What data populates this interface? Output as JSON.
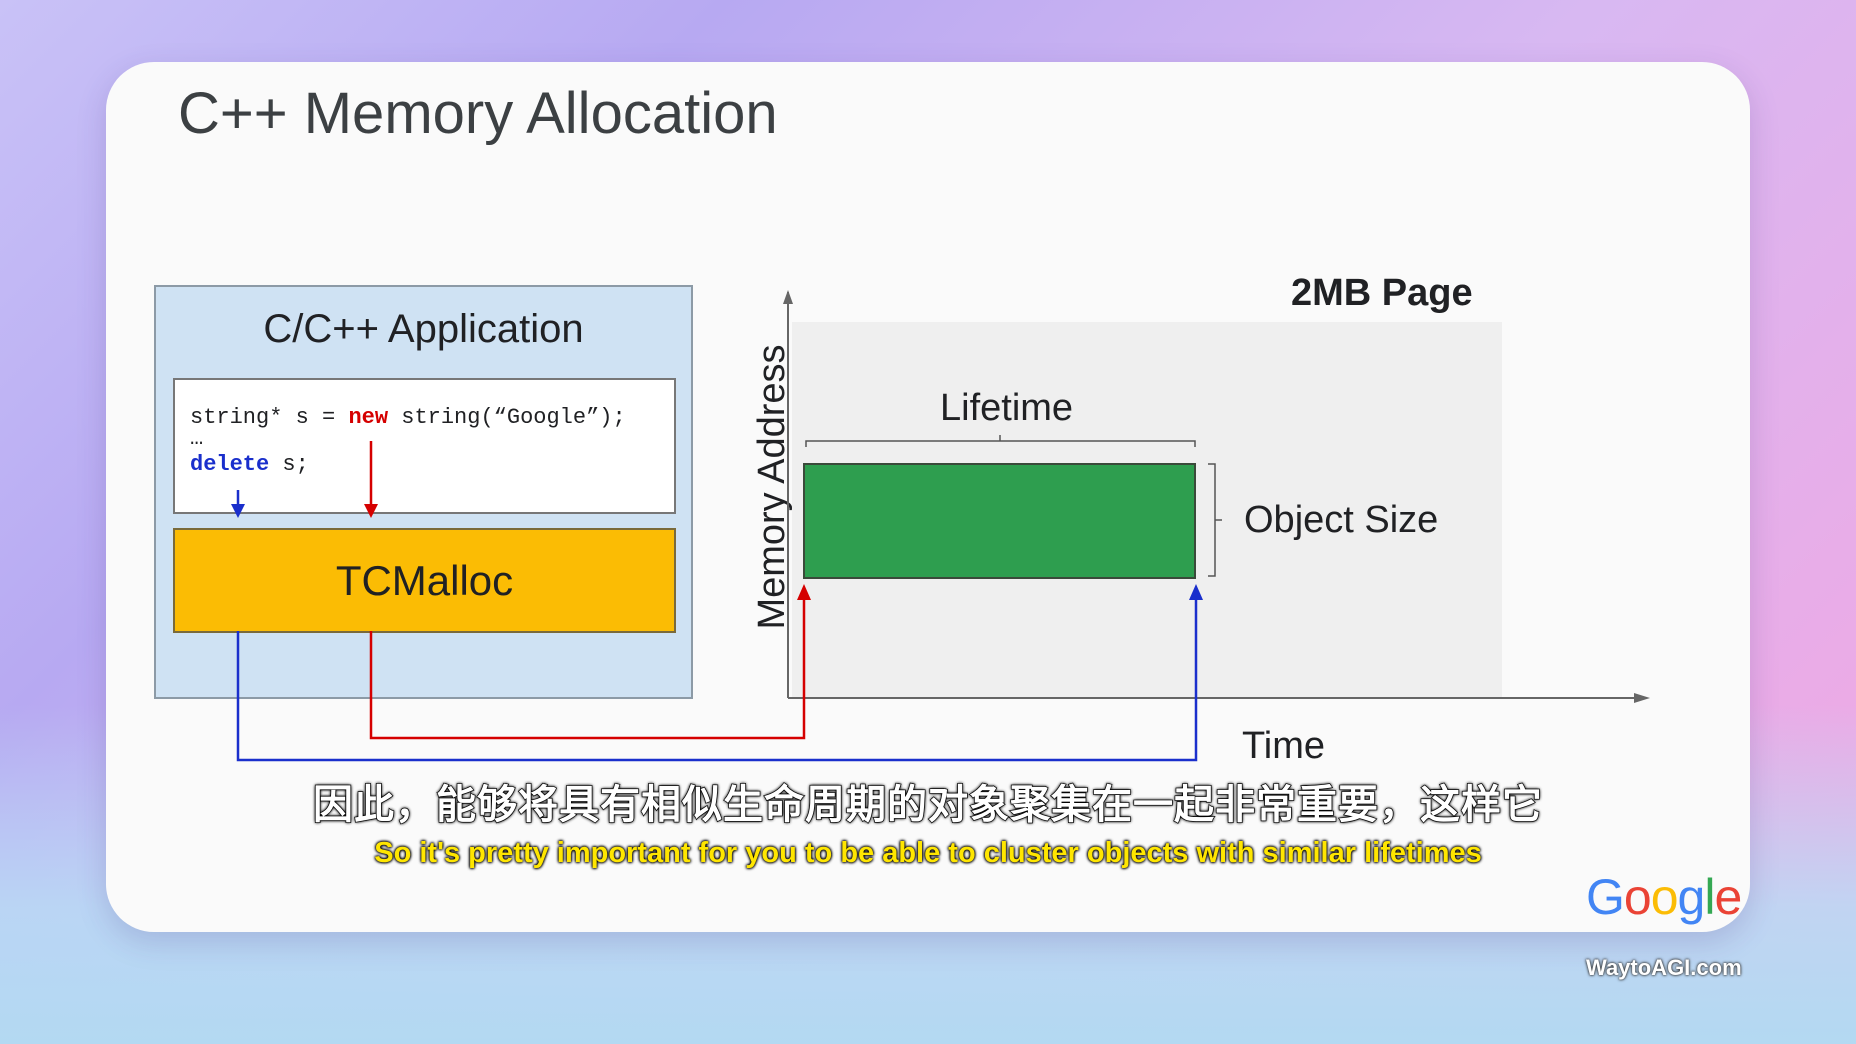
{
  "slide": {
    "title": "C++ Memory Allocation"
  },
  "app_box": {
    "title": "C/C++ Application",
    "code": {
      "line1_pre": "string* s = ",
      "line1_kw": "new",
      "line1_post": " string(“Google”);",
      "line2": "…",
      "line3_kw": "delete",
      "line3_post": " s;"
    },
    "allocator": "TCMalloc"
  },
  "chart": {
    "page_label": "2MB Page",
    "y_axis": "Memory Address",
    "x_axis": "Time",
    "lifetime_label": "Lifetime",
    "object_size_label": "Object Size"
  },
  "colors": {
    "alloc_arrow": "#d50000",
    "free_arrow": "#1a2fcc",
    "object_block": "#2e9e4f",
    "allocator_box": "#fbbc04",
    "app_box": "#cfe2f3"
  },
  "subtitles": {
    "chinese": "因此，能够将具有相似生命周期的对象聚集在一起非常重要，这样它",
    "english": "So it's pretty important for you to be able to cluster objects with similar lifetimes"
  },
  "branding": {
    "logo_letters": [
      "G",
      "o",
      "o",
      "g",
      "l",
      "e"
    ],
    "logo_colors": [
      "#4285f4",
      "#ea4335",
      "#fbbc05",
      "#4285f4",
      "#34a853",
      "#ea4335"
    ],
    "watermark": "WaytoAGI.com"
  }
}
